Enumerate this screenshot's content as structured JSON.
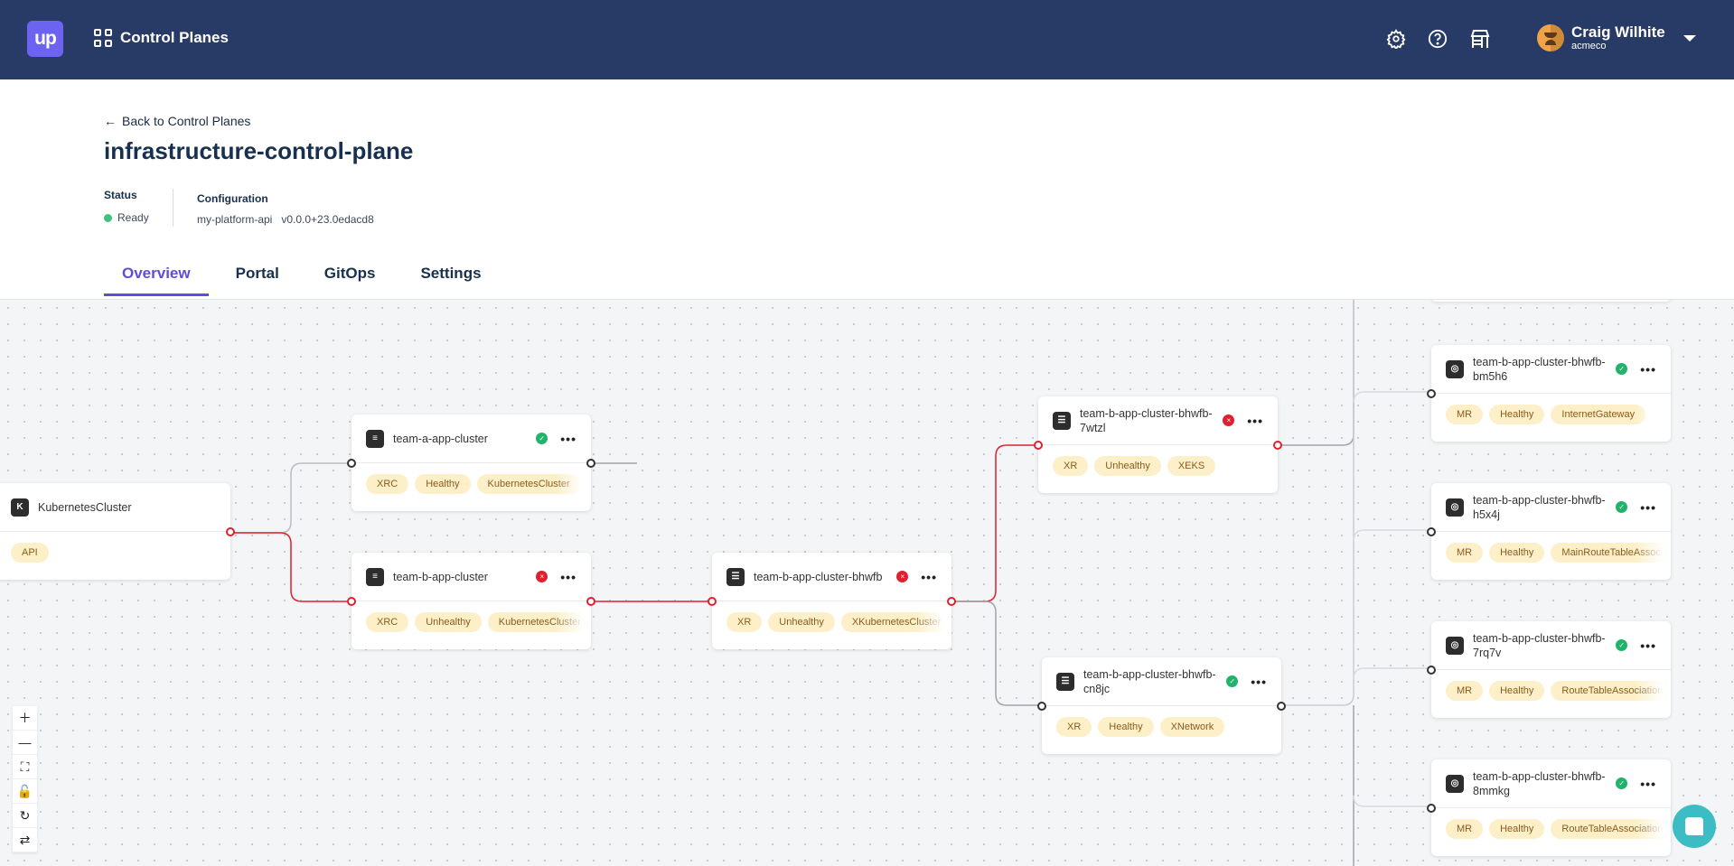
{
  "header": {
    "logo": "up",
    "section": "Control Planes",
    "user": {
      "name": "Craig Wilhite",
      "org": "acmeco"
    },
    "icons": [
      "gear-icon",
      "help-icon",
      "marketplace-icon"
    ]
  },
  "page": {
    "back_label": "Back to Control Planes",
    "title": "infrastructure-control-plane",
    "status_label": "Status",
    "status_value": "Ready",
    "config_label": "Configuration",
    "config_name": "my-platform-api",
    "config_version": "v0.0.0+23.0edacd8"
  },
  "tabs": [
    {
      "label": "Overview",
      "active": true
    },
    {
      "label": "Portal"
    },
    {
      "label": "GitOps"
    },
    {
      "label": "Settings"
    }
  ],
  "colors": {
    "header": "#283a66",
    "accent": "#5b4fd6",
    "healthy": "#22b36b",
    "unhealthy": "#e0202f",
    "tag_bg": "#fdf0c8",
    "edge_error": "#e0202f"
  },
  "nodes": [
    {
      "name": "KubernetesCluster",
      "icon": "K",
      "status": null,
      "tags": [
        "API"
      ]
    },
    {
      "name": "team-a-app-cluster",
      "icon": "stack",
      "status": "healthy",
      "tags": [
        "XRC",
        "Healthy",
        "KubernetesCluster"
      ]
    },
    {
      "name": "team-b-app-cluster",
      "icon": "stack",
      "status": "unhealthy",
      "tags": [
        "XRC",
        "Unhealthy",
        "KubernetesCluster"
      ]
    },
    {
      "name": "team-b-app-cluster-bhwfb",
      "icon": "list",
      "status": "unhealthy",
      "tags": [
        "XR",
        "Unhealthy",
        "XKubernetesCluster"
      ]
    },
    {
      "name": "team-b-app-cluster-bhwfb-7wtzl",
      "icon": "list",
      "status": "unhealthy",
      "tags": [
        "XR",
        "Unhealthy",
        "XEKS"
      ]
    },
    {
      "name": "team-b-app-cluster-bhwfb-cn8jc",
      "icon": "list",
      "status": "healthy",
      "tags": [
        "XR",
        "Healthy",
        "XNetwork"
      ]
    },
    {
      "name": "team-b-app-cluster-bhwfb-bm5h6",
      "icon": "target",
      "status": "healthy",
      "tags": [
        "MR",
        "Healthy",
        "InternetGateway"
      ]
    },
    {
      "name": "team-b-app-cluster-bhwfb-h5x4j",
      "icon": "target",
      "status": "healthy",
      "tags": [
        "MR",
        "Healthy",
        "MainRouteTableAssociation"
      ]
    },
    {
      "name": "team-b-app-cluster-bhwfb-7rq7v",
      "icon": "target",
      "status": "healthy",
      "tags": [
        "MR",
        "Healthy",
        "RouteTableAssociation"
      ]
    },
    {
      "name": "team-b-app-cluster-bhwfb-8mmkg",
      "icon": "target",
      "status": "healthy",
      "tags": [
        "MR",
        "Healthy",
        "RouteTableAssociation"
      ]
    }
  ],
  "controls": [
    "zoom-in",
    "zoom-out",
    "fit-view",
    "lock",
    "reset",
    "refresh"
  ]
}
